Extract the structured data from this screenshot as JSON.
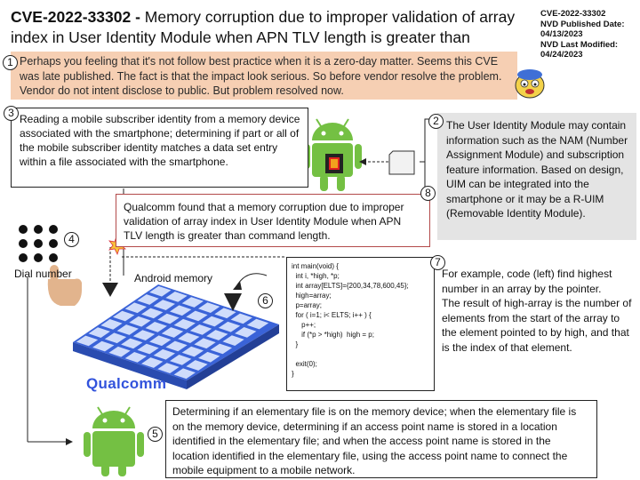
{
  "title": {
    "cve": "CVE-2022-33302 -",
    "text": " Memory corruption due to improper validation of array index in User Identity Module when APN TLV length is greater than command length."
  },
  "nvd": {
    "cve": "CVE-2022-33302",
    "published_label": "NVD Published Date:",
    "published": "04/13/2023",
    "modified_label": "NVD Last Modified:",
    "modified": "04/24/2023"
  },
  "banner": {
    "number": "1",
    "text": "Perhaps you feeling that it's not follow best practice when it is a zero-day matter.  Seems this CVE was late published. The fact is that the impact look serious. So before vendor resolve the problem. Vendor do not intent disclose to public. But problem resolved now."
  },
  "box3": {
    "number": "3",
    "text": "Reading a mobile subscriber identity from a memory device associated with the smartphone; determining if part or all of the mobile subscriber identity matches a data set entry within a file associated with the smartphone."
  },
  "box2": {
    "number": "2",
    "text": "The User Identity Module may contain information such as the NAM (Number Assignment Module) and subscription feature information. Based on design, UIM can be integrated into the smartphone or it may be a R-UIM (Removable Identity Module)."
  },
  "box8": {
    "number": "8",
    "text": "Qualcomm found that a memory corruption due to improper validation of array index in User Identity Module when APN TLV length is greater than command length."
  },
  "dial": {
    "number": "4",
    "label": "Dial number"
  },
  "android_memory": {
    "label": "Android memory",
    "number": "6"
  },
  "brand": {
    "name": "Qualcomm"
  },
  "code_box": {
    "number": "7",
    "code": "int main(void) {\n  int i, *high, *p;\n  int array[ELTS]={200,34,78,600,45};\n  high=array;\n  p=array;\n  for ( i=1; i< ELTS; i++ ) {\n     p++;\n     if (*p > *high)  high = p;\n  }\n\n  exit(0);\n}",
    "explanation": "For example, code (left) find highest number in an array by the pointer.\nThe result of high-array is the number of elements from the start of the array to the element pointed to by high, and that is the index of that element."
  },
  "box5": {
    "number": "5",
    "text": "Determining if an elementary file is on the memory device; when the elementary file is on the memory device, determining if an access point name is stored in a location identified in the elementary file; and when the access point name is stored in the location identified in the elementary file, using the access point name to connect the mobile equipment to a mobile network."
  },
  "colors": {
    "banner_bg": "#f6cfb3",
    "android_green": "#74c043",
    "qualcomm_blue": "#3253dc",
    "memory_blue": "#3a63d8",
    "warning_red": "#d9333f",
    "info_gray": "#e4e4e4"
  }
}
